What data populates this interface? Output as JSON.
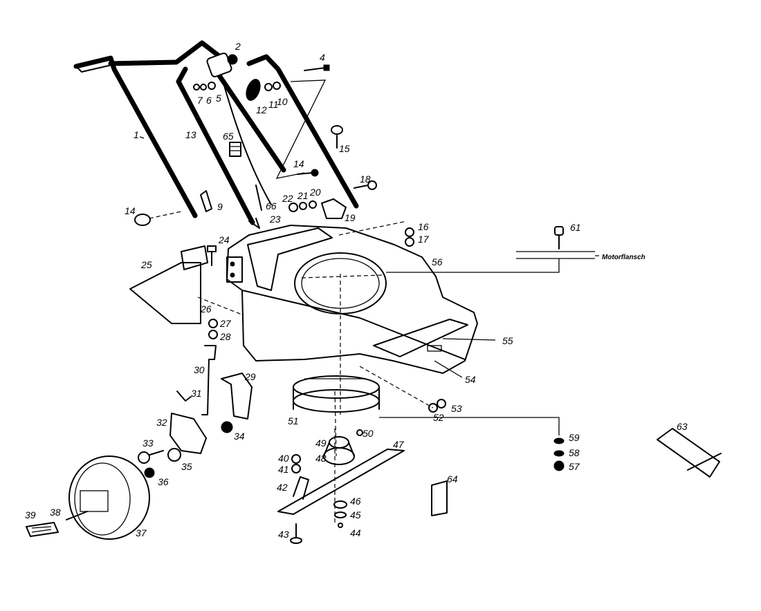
{
  "diagram": {
    "callouts": [
      {
        "id": "1"
      },
      {
        "id": "2"
      },
      {
        "id": "4"
      },
      {
        "id": "5"
      },
      {
        "id": "6"
      },
      {
        "id": "7"
      },
      {
        "id": "9"
      },
      {
        "id": "10"
      },
      {
        "id": "11"
      },
      {
        "id": "12"
      },
      {
        "id": "13"
      },
      {
        "id": "14a"
      },
      {
        "id": "14b"
      },
      {
        "id": "15"
      },
      {
        "id": "16"
      },
      {
        "id": "17"
      },
      {
        "id": "18"
      },
      {
        "id": "19"
      },
      {
        "id": "20"
      },
      {
        "id": "21"
      },
      {
        "id": "22"
      },
      {
        "id": "23"
      },
      {
        "id": "24"
      },
      {
        "id": "25"
      },
      {
        "id": "26"
      },
      {
        "id": "27"
      },
      {
        "id": "28"
      },
      {
        "id": "29"
      },
      {
        "id": "30"
      },
      {
        "id": "31"
      },
      {
        "id": "32"
      },
      {
        "id": "33"
      },
      {
        "id": "34"
      },
      {
        "id": "35"
      },
      {
        "id": "36"
      },
      {
        "id": "37"
      },
      {
        "id": "38"
      },
      {
        "id": "39"
      },
      {
        "id": "40"
      },
      {
        "id": "41"
      },
      {
        "id": "42"
      },
      {
        "id": "43"
      },
      {
        "id": "44"
      },
      {
        "id": "45"
      },
      {
        "id": "46"
      },
      {
        "id": "47"
      },
      {
        "id": "48"
      },
      {
        "id": "49"
      },
      {
        "id": "50"
      },
      {
        "id": "51"
      },
      {
        "id": "52"
      },
      {
        "id": "53"
      },
      {
        "id": "54"
      },
      {
        "id": "55"
      },
      {
        "id": "56"
      },
      {
        "id": "57"
      },
      {
        "id": "58"
      },
      {
        "id": "59"
      },
      {
        "id": "61"
      },
      {
        "id": "63"
      },
      {
        "id": "64"
      },
      {
        "id": "65"
      },
      {
        "id": "66"
      }
    ],
    "labels": {
      "c1": "1",
      "c2": "2",
      "c4": "4",
      "c5": "5",
      "c6": "6",
      "c7": "7",
      "c9": "9",
      "c10": "10",
      "c11": "11",
      "c12": "12",
      "c13": "13",
      "c14a": "14",
      "c14b": "14",
      "c15": "15",
      "c16": "16",
      "c17": "17",
      "c18": "18",
      "c19": "19",
      "c20": "20",
      "c21": "21",
      "c22": "22",
      "c23": "23",
      "c24": "24",
      "c25": "25",
      "c26": "26",
      "c27": "27",
      "c28": "28",
      "c29": "29",
      "c30": "30",
      "c31": "31",
      "c32": "32",
      "c33": "33",
      "c34": "34",
      "c35": "35",
      "c36": "36",
      "c37": "37",
      "c38": "38",
      "c39": "39",
      "c40": "40",
      "c41": "41",
      "c42": "42",
      "c43": "43",
      "c44": "44",
      "c45": "45",
      "c46": "46",
      "c47": "47",
      "c48": "48",
      "c49": "49",
      "c50": "50",
      "c51": "51",
      "c52": "52",
      "c53": "53",
      "c54": "54",
      "c55": "55",
      "c56": "56",
      "c57": "57",
      "c58": "58",
      "c59": "59",
      "c61": "61",
      "c63": "63",
      "c64": "64",
      "c65": "65",
      "c66": "66",
      "motorflansch": "Motorflansch"
    }
  }
}
